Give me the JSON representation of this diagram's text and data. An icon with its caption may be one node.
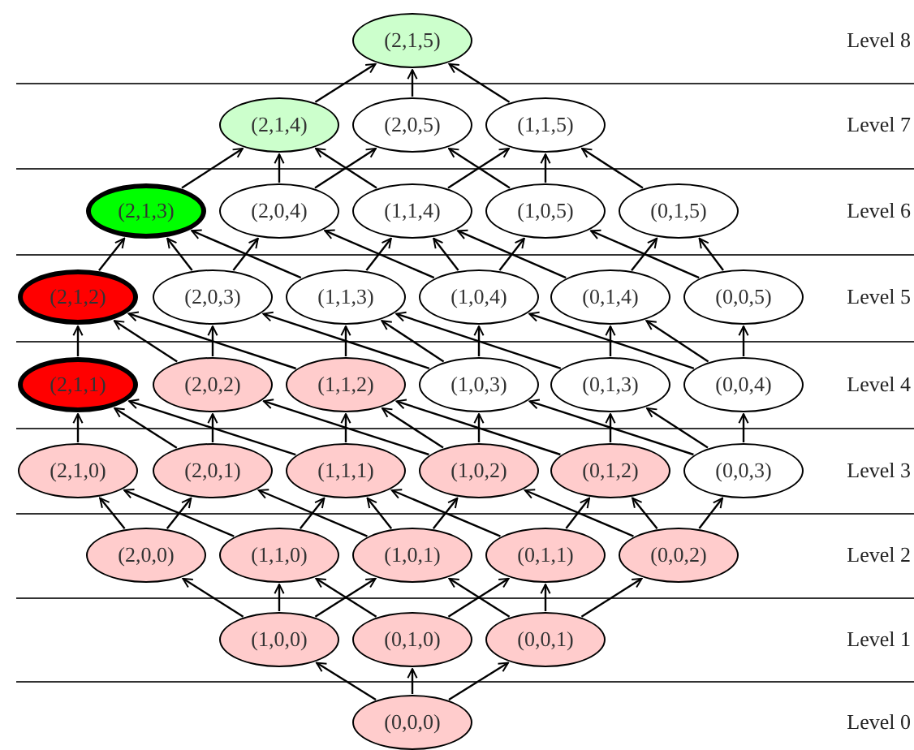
{
  "diagram": {
    "nodes": [
      {
        "text": [
          "(2,1,5)"
        ]
      },
      {
        "text": [
          "(2,1,4)"
        ]
      },
      {
        "text": [
          "(2,0,5)"
        ]
      },
      {
        "text": [
          "(1,1,5)"
        ]
      },
      {
        "text": [
          "(2,1,3)"
        ]
      },
      {
        "text": [
          "(2,0,4)"
        ]
      },
      {
        "text": [
          "(1,1,4)"
        ]
      },
      {
        "text": [
          "(1,0,5)"
        ]
      },
      {
        "text": [
          "(0,1,5)"
        ]
      },
      {
        "text": [
          "(2,1,2)"
        ]
      },
      {
        "text": [
          "(2,0,3)"
        ]
      },
      {
        "text": [
          "(1,1,3)"
        ]
      },
      {
        "text": [
          "(1,0,4)"
        ]
      },
      {
        "text": [
          "(0,1,4)"
        ]
      },
      {
        "text": [
          "(0,0,5)"
        ]
      },
      {
        "text": [
          "(2,1,1)"
        ]
      },
      {
        "text": [
          "(2,0,2)"
        ]
      },
      {
        "text": [
          "(1,1,2)"
        ]
      },
      {
        "text": [
          "(1,0,3)"
        ]
      },
      {
        "text": [
          "(0,1,3)"
        ]
      },
      {
        "text": [
          "(0,0,4)"
        ]
      },
      {
        "text": [
          "(2,1,0)"
        ]
      },
      {
        "text": [
          "(2,0,1)"
        ]
      },
      {
        "text": [
          "(1,1,1)"
        ]
      },
      {
        "text": [
          "(1,0,2)"
        ]
      },
      {
        "text": [
          "(0,1,2)"
        ]
      },
      {
        "text": [
          "(0,0,3)"
        ]
      },
      {
        "text": [
          "(2,0,0)"
        ]
      },
      {
        "text": [
          "(1,1,0)"
        ]
      },
      {
        "text": [
          "(1,0,1)"
        ]
      },
      {
        "text": [
          "(0,1,1)"
        ]
      },
      {
        "text": [
          "(0,0,2)"
        ]
      },
      {
        "text": [
          "(1,0,0)"
        ]
      },
      {
        "text": [
          "(0,1,0)"
        ]
      },
      {
        "text": [
          "(0,0,1)"
        ]
      },
      {
        "text": [
          "(0,0,0)"
        ]
      }
    ],
    "edges": [
      {
        "from": 1,
        "to": 0,
        "arrow": "to"
      },
      {
        "from": 2,
        "to": 0,
        "arrow": "to"
      },
      {
        "from": 3,
        "to": 0,
        "arrow": "to"
      },
      {
        "from": 4,
        "to": 1,
        "arrow": "to"
      },
      {
        "from": 5,
        "to": 1,
        "arrow": "to"
      },
      {
        "from": 5,
        "to": 2,
        "arrow": "to"
      },
      {
        "from": 6,
        "to": 1,
        "arrow": "to"
      },
      {
        "from": 6,
        "to": 3,
        "arrow": "to"
      },
      {
        "from": 7,
        "to": 2,
        "arrow": "to"
      },
      {
        "from": 7,
        "to": 3,
        "arrow": "to"
      },
      {
        "from": 8,
        "to": 3,
        "arrow": "to"
      },
      {
        "from": 9,
        "to": 4,
        "arrow": "to"
      },
      {
        "from": 10,
        "to": 4,
        "arrow": "to"
      },
      {
        "from": 10,
        "to": 5,
        "arrow": "to"
      },
      {
        "from": 11,
        "to": 4,
        "arrow": "to"
      },
      {
        "from": 11,
        "to": 6,
        "arrow": "to"
      },
      {
        "from": 12,
        "to": 5,
        "arrow": "to"
      },
      {
        "from": 12,
        "to": 6,
        "arrow": "to"
      },
      {
        "from": 12,
        "to": 7,
        "arrow": "to"
      },
      {
        "from": 13,
        "to": 6,
        "arrow": "to"
      },
      {
        "from": 13,
        "to": 8,
        "arrow": "to"
      },
      {
        "from": 14,
        "to": 7,
        "arrow": "to"
      },
      {
        "from": 14,
        "to": 8,
        "arrow": "to"
      },
      {
        "from": 15,
        "to": 9,
        "arrow": "to"
      },
      {
        "from": 16,
        "to": 9,
        "arrow": "to"
      },
      {
        "from": 16,
        "to": 10,
        "arrow": "to"
      },
      {
        "from": 17,
        "to": 9,
        "arrow": "to"
      },
      {
        "from": 17,
        "to": 11,
        "arrow": "to"
      },
      {
        "from": 18,
        "to": 10,
        "arrow": "to"
      },
      {
        "from": 18,
        "to": 11,
        "arrow": "to"
      },
      {
        "from": 18,
        "to": 12,
        "arrow": "to"
      },
      {
        "from": 19,
        "to": 11,
        "arrow": "to"
      },
      {
        "from": 19,
        "to": 13,
        "arrow": "to"
      },
      {
        "from": 20,
        "to": 12,
        "arrow": "to"
      },
      {
        "from": 20,
        "to": 13,
        "arrow": "to"
      },
      {
        "from": 20,
        "to": 14,
        "arrow": "to"
      },
      {
        "from": 21,
        "to": 15,
        "arrow": "to"
      },
      {
        "from": 22,
        "to": 15,
        "arrow": "to"
      },
      {
        "from": 22,
        "to": 16,
        "arrow": "to"
      },
      {
        "from": 23,
        "to": 15,
        "arrow": "to"
      },
      {
        "from": 23,
        "to": 17,
        "arrow": "to"
      },
      {
        "from": 24,
        "to": 16,
        "arrow": "to"
      },
      {
        "from": 24,
        "to": 17,
        "arrow": "to"
      },
      {
        "from": 24,
        "to": 18,
        "arrow": "to"
      },
      {
        "from": 25,
        "to": 17,
        "arrow": "to"
      },
      {
        "from": 25,
        "to": 19,
        "arrow": "to"
      },
      {
        "from": 26,
        "to": 18,
        "arrow": "to"
      },
      {
        "from": 26,
        "to": 19,
        "arrow": "to"
      },
      {
        "from": 26,
        "to": 20,
        "arrow": "to"
      },
      {
        "from": 27,
        "to": 21,
        "arrow": "to"
      },
      {
        "from": 27,
        "to": 22,
        "arrow": "to"
      },
      {
        "from": 28,
        "to": 21,
        "arrow": "to"
      },
      {
        "from": 28,
        "to": 23,
        "arrow": "to"
      },
      {
        "from": 29,
        "to": 22,
        "arrow": "to"
      },
      {
        "from": 29,
        "to": 23,
        "arrow": "to"
      },
      {
        "from": 29,
        "to": 24,
        "arrow": "to"
      },
      {
        "from": 30,
        "to": 23,
        "arrow": "to"
      },
      {
        "from": 30,
        "to": 25,
        "arrow": "to"
      },
      {
        "from": 31,
        "to": 24,
        "arrow": "to"
      },
      {
        "from": 31,
        "to": 25,
        "arrow": "to"
      },
      {
        "from": 31,
        "to": 26,
        "arrow": "to"
      },
      {
        "from": 32,
        "to": 27,
        "arrow": "to"
      },
      {
        "from": 32,
        "to": 28,
        "arrow": "to"
      },
      {
        "from": 32,
        "to": 29,
        "arrow": "to"
      },
      {
        "from": 33,
        "to": 28,
        "arrow": "to"
      },
      {
        "from": 33,
        "to": 30,
        "arrow": "to"
      },
      {
        "from": 34,
        "to": 29,
        "arrow": "to"
      },
      {
        "from": 34,
        "to": 30,
        "arrow": "to"
      },
      {
        "from": 34,
        "to": 31,
        "arrow": "to"
      },
      {
        "from": 35,
        "to": 32,
        "arrow": "to"
      },
      {
        "from": 35,
        "to": 33,
        "arrow": "to"
      },
      {
        "from": 35,
        "to": 34,
        "arrow": "to"
      }
    ],
    "labels": [
      "Level 8",
      "Level 7",
      "Level 6",
      "Level 5",
      "Level 4",
      "Level 3",
      "Level 2",
      "Level 1",
      "Level 0"
    ]
  }
}
